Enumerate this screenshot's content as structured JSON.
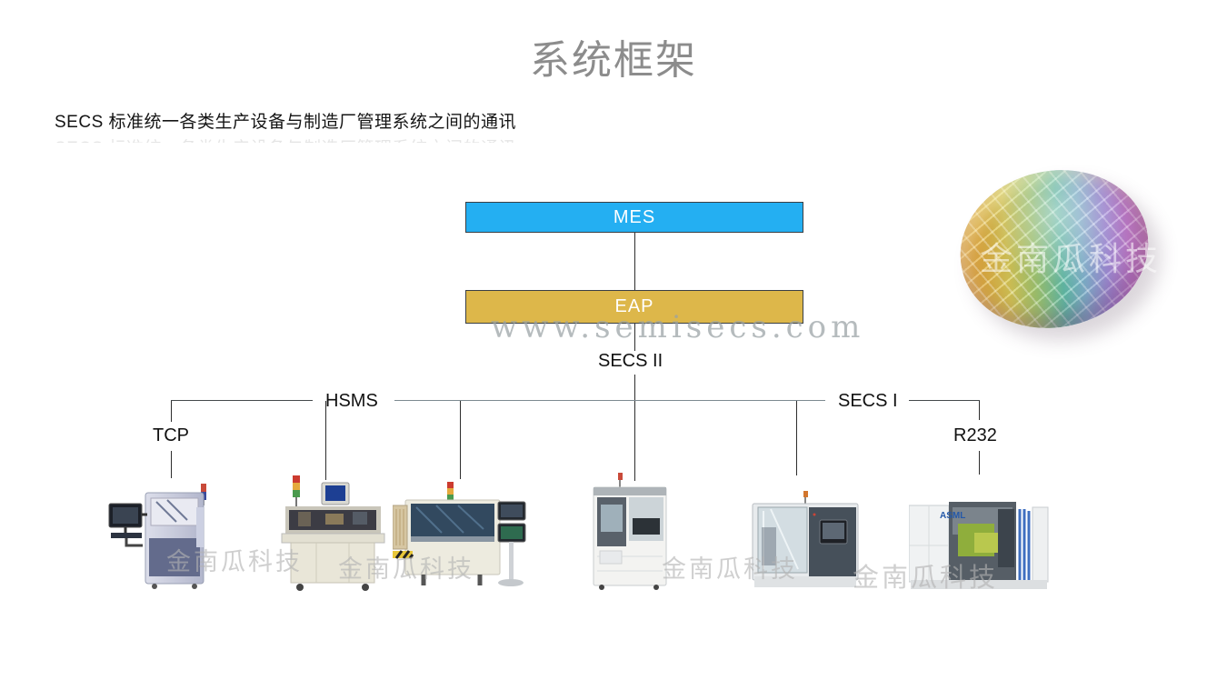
{
  "slide": {
    "title": "系统框架",
    "subtitle": "SECS 标准统一各类生产设备与制造厂管理系统之间的通讯"
  },
  "diagram": {
    "mes_label": "MES",
    "eap_label": "EAP",
    "secs2_label": "SECS II",
    "hsms_label": "HSMS",
    "secs1_label": "SECS I",
    "tcp_label": "TCP",
    "r232_label": "R232",
    "colors": {
      "mes_fill": "#24aff2",
      "eap_fill": "#ddb74a",
      "bus_line_gray": "#7d8a91",
      "branch_line_dark": "#2d2d2d"
    }
  },
  "watermarks": {
    "site": "www.semisecs.com",
    "brand": "金南瓜科技"
  },
  "equipment": {
    "asml_logo": "ASML",
    "items": [
      {
        "alt": "equipment photo 1 - cabinet with monitor arm and signal lamp"
      },
      {
        "alt": "equipment photo 2 - bench machine with signal tower and monitor"
      },
      {
        "alt": "equipment photo 3 - machine with dark window and dual monitors on stand"
      },
      {
        "alt": "equipment photo 4 - white cabinet with control panel and glass section"
      },
      {
        "alt": "equipment photo 5 - machine with glass door and dark touchscreen panel"
      },
      {
        "alt": "equipment photo 6 - ASML lithography system with exposed internals"
      }
    ]
  }
}
